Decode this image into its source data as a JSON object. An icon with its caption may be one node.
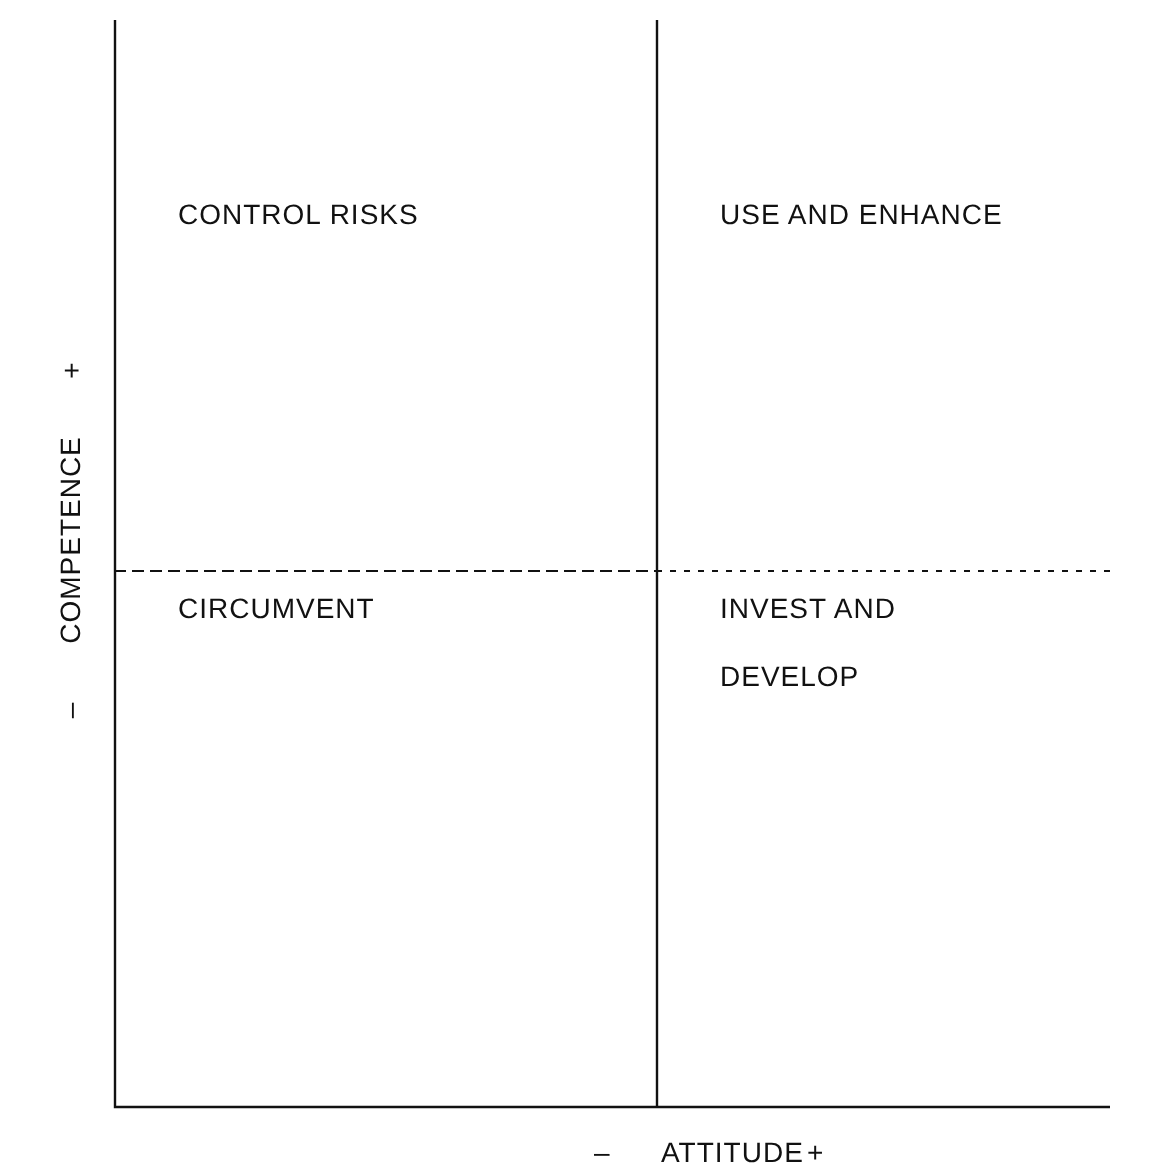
{
  "diagram": {
    "labels": [
      "CONTROL RISKS",
      "USE AND ENHANCE",
      "+",
      "COMPETENCE",
      "–",
      "CIRCUMVENT",
      "INVEST AND DEVELOP",
      "–",
      "ATTITUDE",
      "+"
    ]
  }
}
